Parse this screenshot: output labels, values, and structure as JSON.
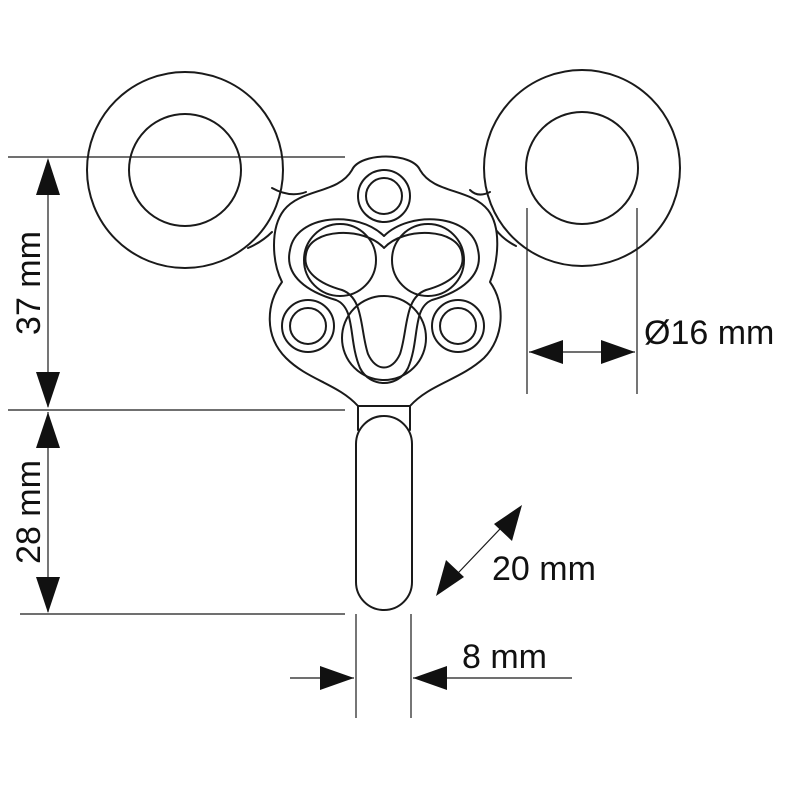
{
  "labels": {
    "height_top": "37 mm",
    "height_bottom": "28 mm",
    "hole_diameter": "Ø16 mm",
    "thickness": "20 mm",
    "bar_width": "8 mm"
  },
  "colors": {
    "line": "#1a1a1a",
    "arrow": "#111111",
    "background": "#ffffff"
  }
}
